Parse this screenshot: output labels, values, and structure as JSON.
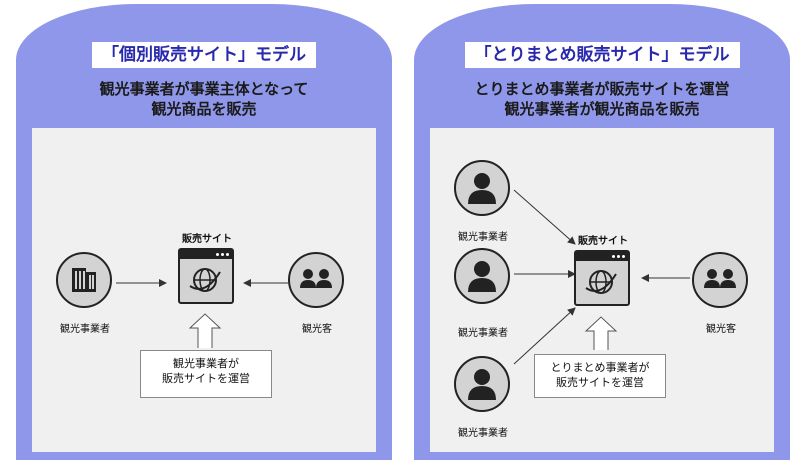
{
  "left": {
    "title": "「個別販売サイト」モデル",
    "subtitle_lines": [
      "観光事業者が事業主体となって",
      "観光商品を販売"
    ],
    "site_label": "販売サイト",
    "operator_label": "観光事業者",
    "tourist_label": "観光客",
    "note_lines": [
      "観光事業者が",
      "販売サイトを運営"
    ]
  },
  "right": {
    "title": "「とりまとめ販売サイト」モデル",
    "subtitle_lines": [
      "とりまとめ事業者が販売サイトを運営",
      "観光事業者が観光商品を販売"
    ],
    "site_label": "販売サイト",
    "operator_labels": [
      "観光事業者",
      "観光事業者",
      "観光事業者"
    ],
    "tourist_label": "観光客",
    "note_lines": [
      "とりまとめ事業者が",
      "販売サイトを運営"
    ]
  },
  "colors": {
    "panel": "#8f97ea",
    "title_text": "#2929ae",
    "inner": "#f0f0f0",
    "icon_fill": "#d3d3d3",
    "icon_dark": "#222222"
  },
  "icons": [
    "building-icon",
    "browser-globe-icon",
    "tourists-icon",
    "person-icon",
    "hollow-up-arrow"
  ]
}
